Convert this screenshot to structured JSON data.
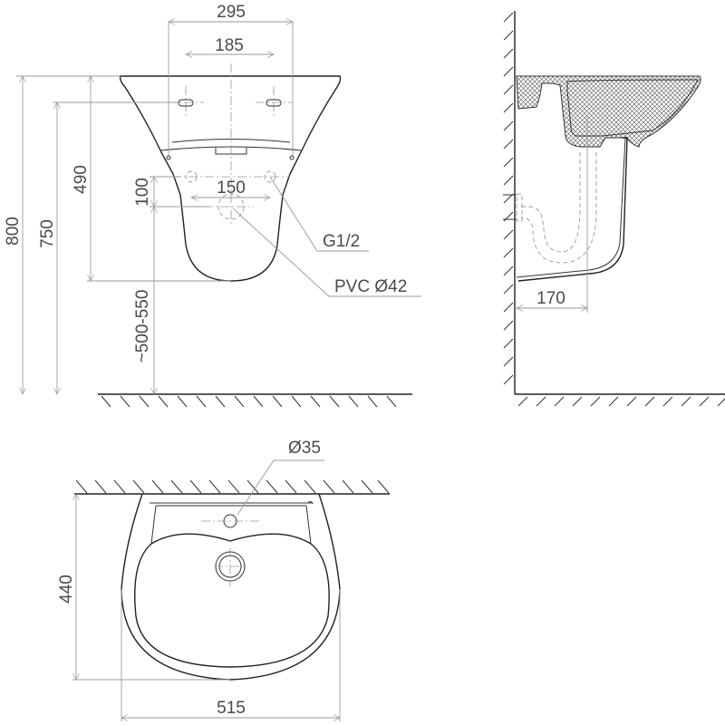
{
  "drawing": {
    "title": "Wall-mounted washbasin with half pedestal — dimension drawing",
    "views": [
      "front",
      "side-section",
      "top"
    ],
    "colors": {
      "outline": "#222222",
      "dimension": "#9a9a9a",
      "label": "#4a4a4a"
    }
  },
  "front_view": {
    "dims": {
      "overall_width": "295",
      "bracket_spacing": "185",
      "pipe_spacing": "150",
      "total_height": "800",
      "rim_height": "750",
      "pedestal_height": "490",
      "supply_offset": "100",
      "drain_height": "~500-550"
    },
    "callouts": {
      "supply": "G1/2",
      "drain": "PVC Ø42"
    }
  },
  "side_view": {
    "dims": {
      "drain_from_wall": "170"
    }
  },
  "top_view": {
    "dims": {
      "depth": "440",
      "width": "515",
      "tap_hole": "Ø35"
    }
  }
}
